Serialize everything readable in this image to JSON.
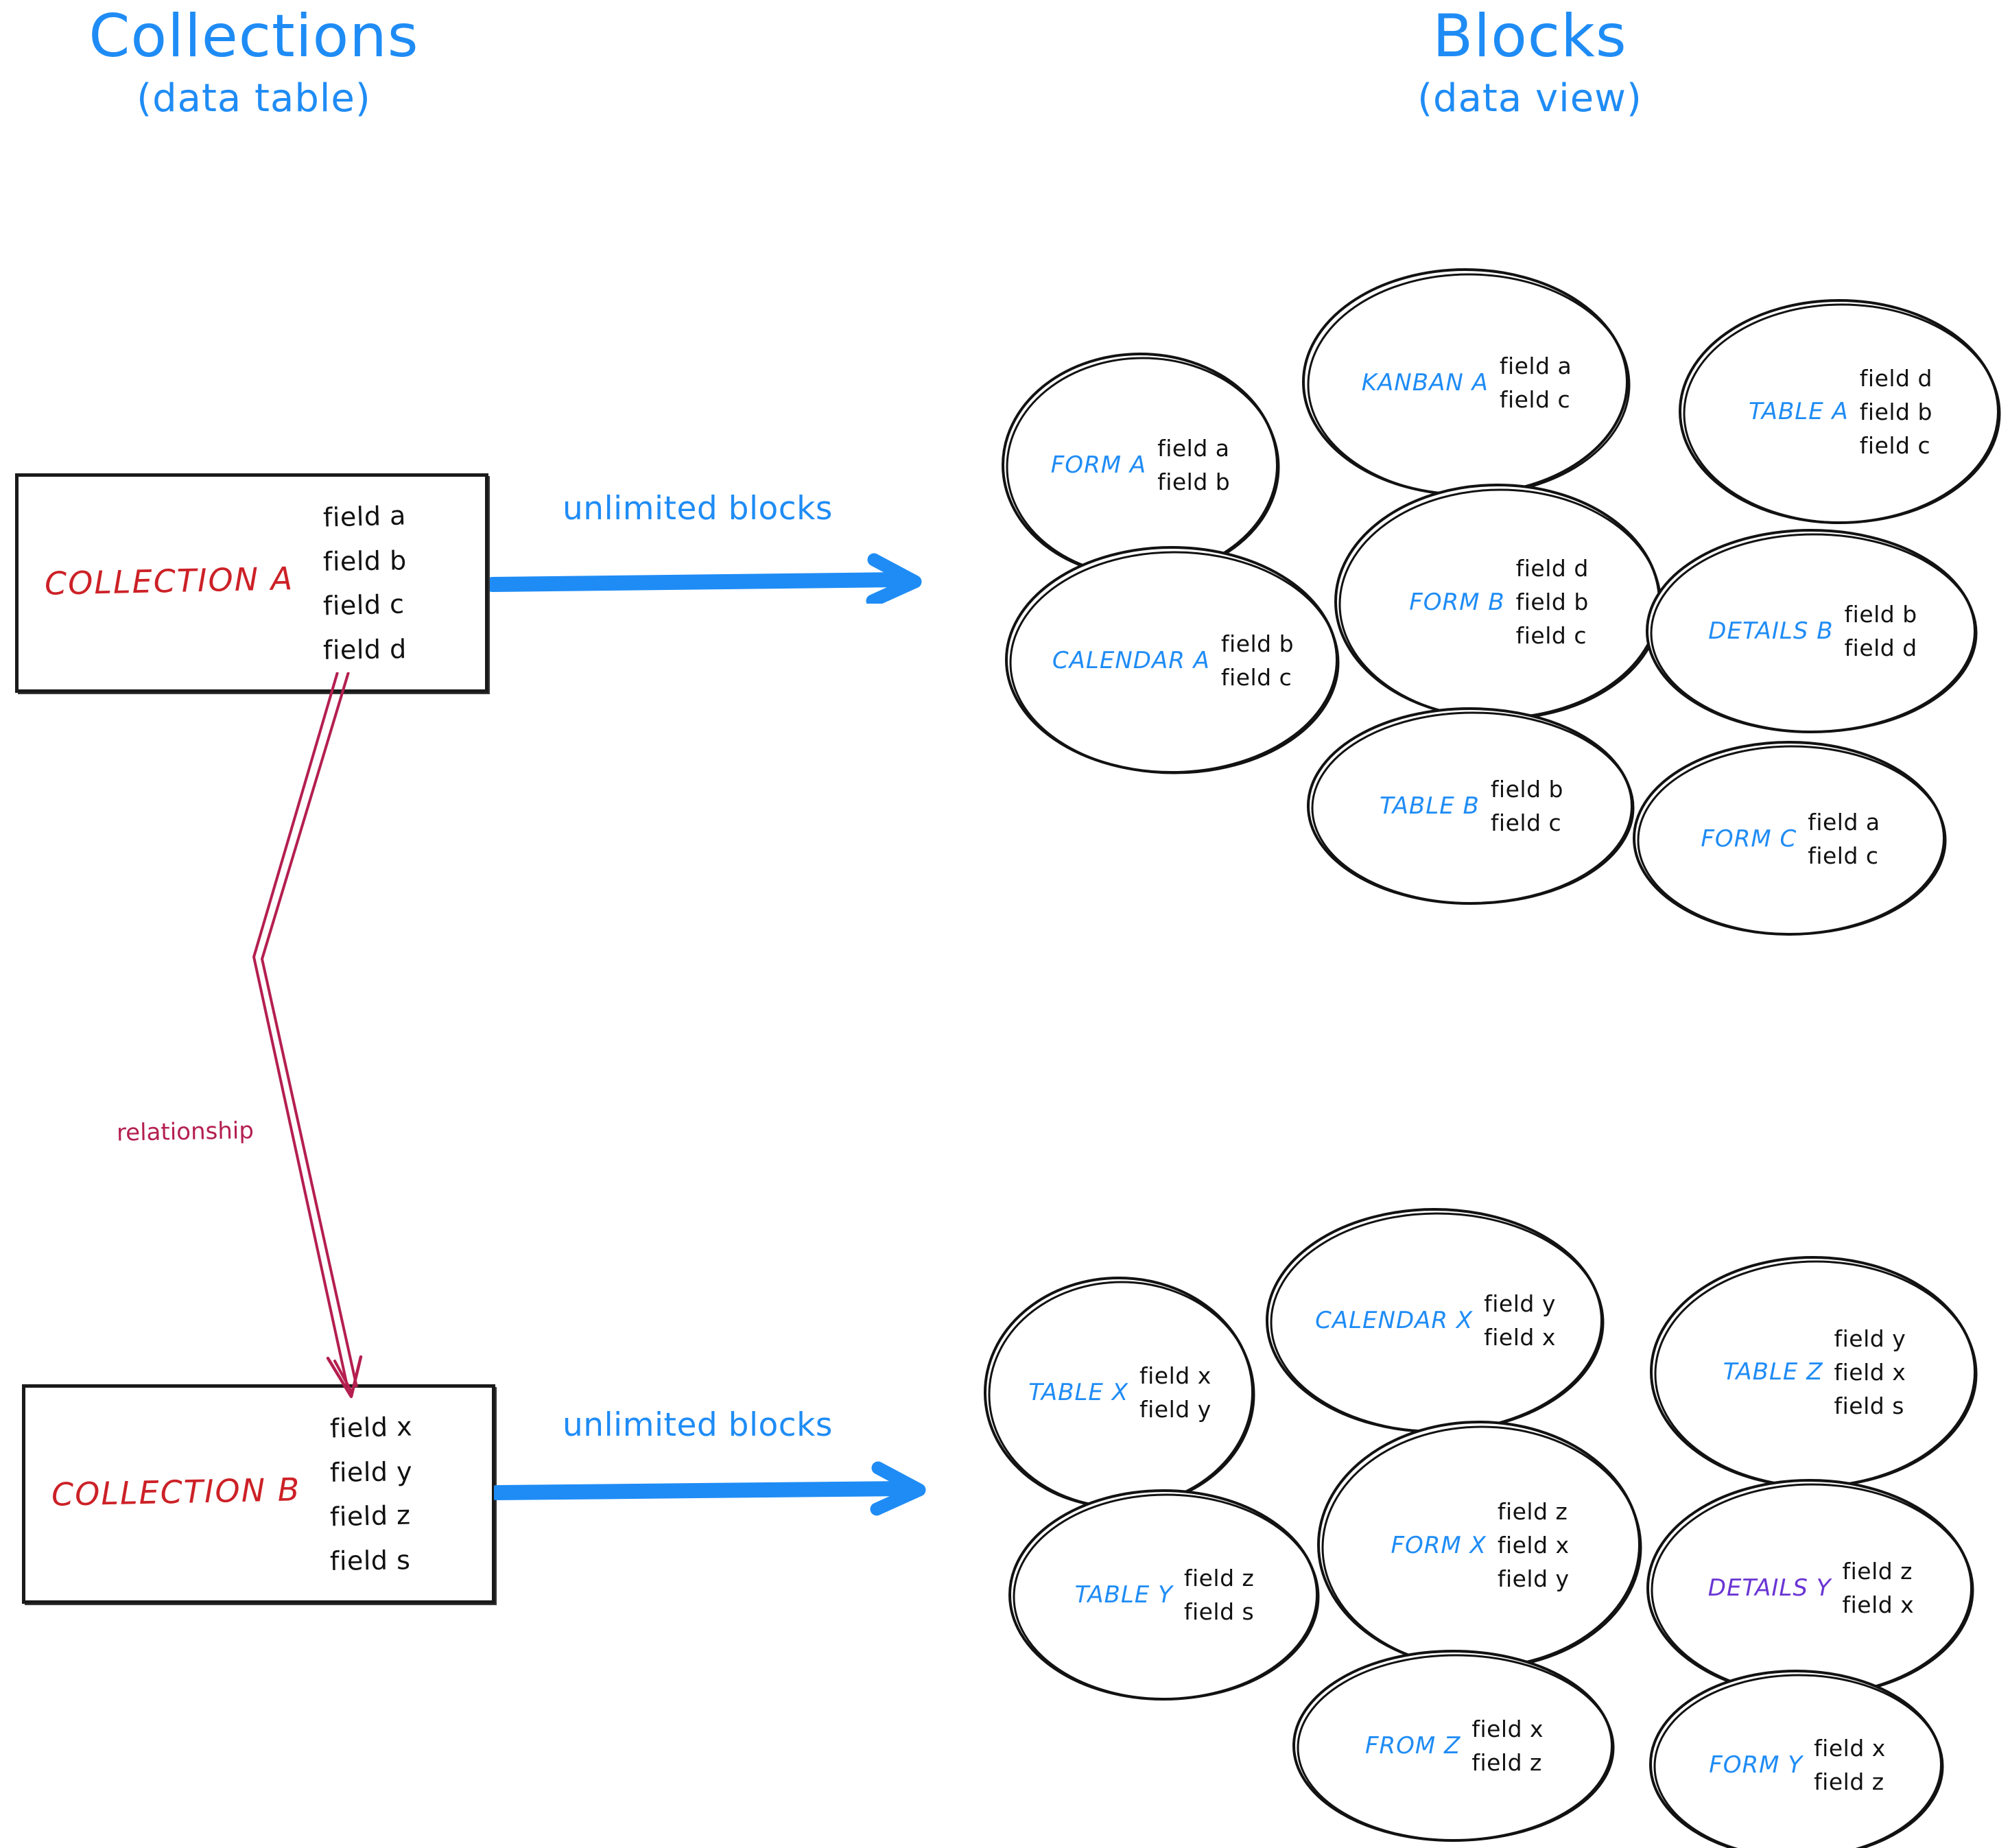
{
  "headings": {
    "left": {
      "main": "Collections",
      "sub": "(data table)"
    },
    "right": {
      "main": "Blocks",
      "sub": "(data view)"
    }
  },
  "colors": {
    "heading_blue": "#1f8cf5",
    "block_label_blue": "#1f8cf5",
    "block_label_purple": "#6a35d4",
    "collection_red": "#cc2127",
    "relationship_crimson": "#b41f4f",
    "stroke_black": "#1a1a1a",
    "background": "#ffffff"
  },
  "collections": [
    {
      "name": "COLLECTION A",
      "fields": [
        "field a",
        "field b",
        "field c",
        "field d"
      ],
      "arrow_label": "unlimited blocks"
    },
    {
      "name": "COLLECTION B",
      "fields": [
        "field x",
        "field y",
        "field z",
        "field s"
      ],
      "arrow_label": "unlimited blocks"
    }
  ],
  "relationship": {
    "label": "relationship",
    "from": "COLLECTION A field d",
    "to": "COLLECTION B field x"
  },
  "block_groups": [
    {
      "for_collection": "COLLECTION A",
      "blocks": [
        {
          "name": "FORM A",
          "fields": [
            "field a",
            "field b"
          ],
          "color": "blue"
        },
        {
          "name": "KANBAN A",
          "fields": [
            "field a",
            "field c"
          ],
          "color": "blue"
        },
        {
          "name": "TABLE A",
          "fields": [
            "field d",
            "field b",
            "field c"
          ],
          "color": "blue"
        },
        {
          "name": "CALENDAR A",
          "fields": [
            "field b",
            "field c"
          ],
          "color": "blue"
        },
        {
          "name": "FORM B",
          "fields": [
            "field d",
            "field b",
            "field c"
          ],
          "color": "blue"
        },
        {
          "name": "DETAILS B",
          "fields": [
            "field b",
            "field d"
          ],
          "color": "blue"
        },
        {
          "name": "TABLE B",
          "fields": [
            "field b",
            "field c"
          ],
          "color": "blue"
        },
        {
          "name": "FORM C",
          "fields": [
            "field a",
            "field c"
          ],
          "color": "blue"
        }
      ]
    },
    {
      "for_collection": "COLLECTION B",
      "blocks": [
        {
          "name": "TABLE X",
          "fields": [
            "field x",
            "field y"
          ],
          "color": "blue"
        },
        {
          "name": "CALENDAR X",
          "fields": [
            "field y",
            "field x"
          ],
          "color": "blue"
        },
        {
          "name": "TABLE Z",
          "fields": [
            "field y",
            "field x",
            "field s"
          ],
          "color": "blue"
        },
        {
          "name": "TABLE Y",
          "fields": [
            "field z",
            "field s"
          ],
          "color": "blue"
        },
        {
          "name": "FORM X",
          "fields": [
            "field z",
            "field x",
            "field y"
          ],
          "color": "blue"
        },
        {
          "name": "DETAILS Y",
          "fields": [
            "field z",
            "field x"
          ],
          "color": "purple"
        },
        {
          "name": "FROM Z",
          "fields": [
            "field x",
            "field z"
          ],
          "color": "blue"
        },
        {
          "name": "FORM Y",
          "fields": [
            "field x",
            "field z"
          ],
          "color": "blue"
        }
      ]
    }
  ]
}
